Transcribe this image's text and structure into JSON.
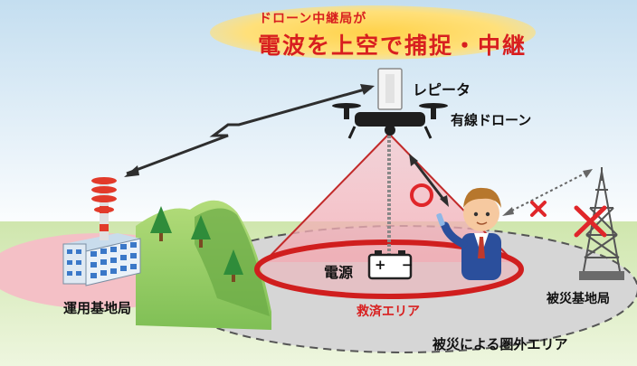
{
  "title": {
    "subtitle": "ドローン中継局が",
    "main": "電波を上空で捕捉・中継"
  },
  "labels": {
    "repeater": "レピータ",
    "tethered_drone": "有線ドローン",
    "power_source": "電源",
    "battery_symbol": "+ −",
    "operations_base_station": "運用基地局",
    "rescue_area": "救済エリア",
    "damaged_base_station": "被災基地局",
    "out_of_service_area": "被災による圏外エリア"
  },
  "marks": {
    "ok": "○",
    "ng": "×"
  },
  "colors": {
    "accent_red": "#d81f1f",
    "banner_yellow": "#ffd24a",
    "sky_blue": "#a9cfe6",
    "grass_green": "#9fcf6a",
    "zone_pink": "#f2b5bd"
  }
}
